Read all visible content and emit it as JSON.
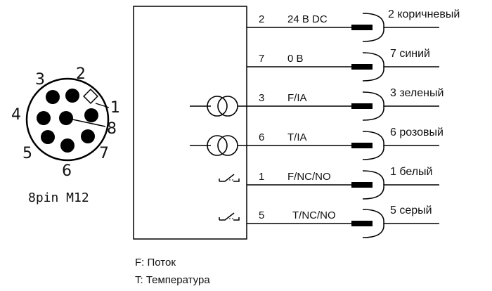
{
  "connector": {
    "caption": "8pin M12",
    "pin_labels": [
      "1",
      "2",
      "3",
      "4",
      "5",
      "6",
      "7",
      "8"
    ]
  },
  "terminals": [
    {
      "pin": "2",
      "signal": "24 B DC",
      "wire": "2 коричневый",
      "symbol": "none"
    },
    {
      "pin": "7",
      "signal": "0 B",
      "wire": "7 синий",
      "symbol": "none"
    },
    {
      "pin": "3",
      "signal": "F/IA",
      "wire": "3 зеленый",
      "symbol": "current-source"
    },
    {
      "pin": "6",
      "signal": "T/IA",
      "wire": "6 розовый",
      "symbol": "current-source"
    },
    {
      "pin": "1",
      "signal": "F/NC/NO",
      "wire": "1 белый",
      "symbol": "switch"
    },
    {
      "pin": "5",
      "signal": "T/NC/NO",
      "wire": "5 серый",
      "symbol": "switch"
    }
  ],
  "legend": {
    "f_key": "F",
    "f_text": ": Поток",
    "t_key": "T",
    "t_text": ": Температура"
  },
  "colors": {
    "line": "#000000",
    "background": "#ffffff"
  }
}
